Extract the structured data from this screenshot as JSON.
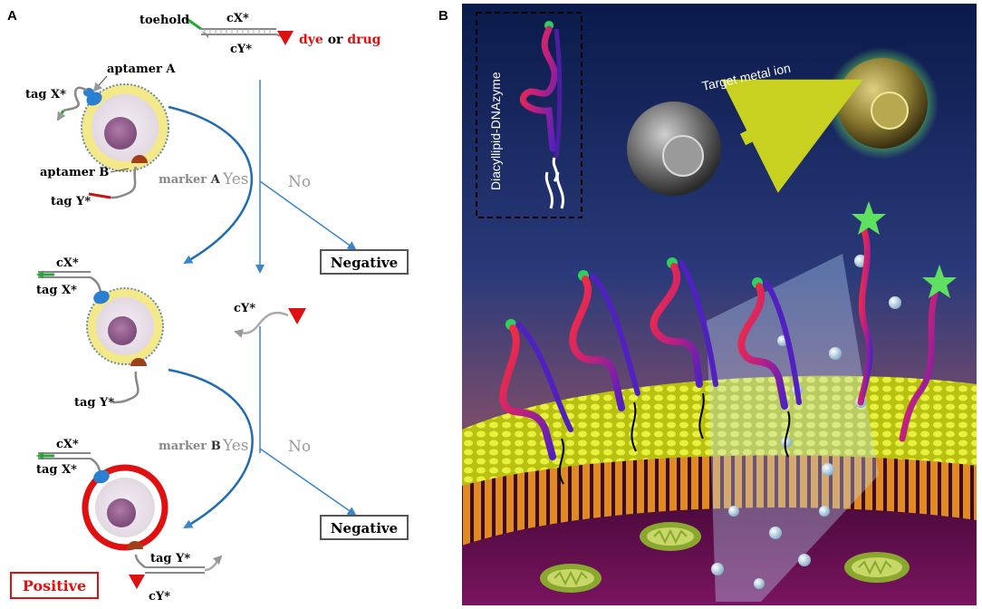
{
  "panel_a": {
    "letter": "A",
    "toehold": "toehold",
    "cx_top": "cX*",
    "cy_top": "cY*",
    "dye": "dye",
    "or": " or ",
    "drug": "drug",
    "aptamer_a": "aptamer A",
    "aptamer_b": "aptamer B",
    "tag_x": "tag X*",
    "tag_y": "tag Y*",
    "marker_a": "marker",
    "marker_a_letter": "A",
    "marker_b": "marker",
    "marker_b_letter": "B",
    "yes": "Yes",
    "no": "No",
    "negative": "Negative",
    "cx_mid": "cX*",
    "tag_x_mid": "tag X*",
    "cy_free": "cY*",
    "tag_y_mid": "tag Y*",
    "cx_bottom": "cX*",
    "tag_x_bottom": "tag X*",
    "tag_y_bottom": "tag Y*",
    "cy_bottom": "cY*",
    "positive": "Positive",
    "colors": {
      "arrow": "#3a86c8",
      "tag_x": "#22aa33",
      "tag_y": "#cc1111",
      "red": "#e01010",
      "aptamer_a": "#2b7fd0",
      "aptamer_b": "#a0401a"
    }
  },
  "panel_b": {
    "letter": "B",
    "inset_label": "Diacyllipid-DNAzyme",
    "target_label": "Target metal ion",
    "colors": {
      "sky_top": "#0a1a4a",
      "sky_bottom": "#c0605a",
      "membrane": "#d8e030",
      "cytoplasm": "#6a1050",
      "arrow": "#c8d020",
      "glow": "#60e060"
    }
  }
}
